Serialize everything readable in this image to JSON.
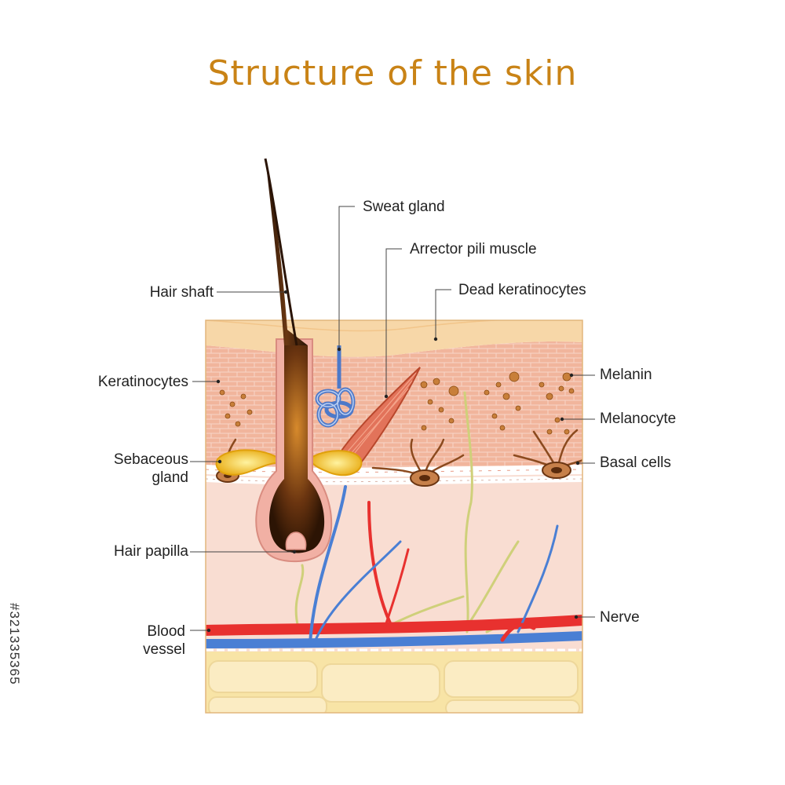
{
  "title": "Structure of the skin",
  "labels": {
    "hair_shaft": "Hair shaft",
    "sweat_gland": "Sweat gland",
    "arrector_pili": "Arrector pili muscle",
    "dead_keratinocytes": "Dead keratinocytes",
    "keratinocytes": "Keratinocytes",
    "melanin": "Melanin",
    "melanocyte": "Melanocyte",
    "sebaceous_gland_1": "Sebaceous",
    "sebaceous_gland_2": "gland",
    "basal_cells": "Basal cells",
    "hair_papilla": "Hair papilla",
    "nerve": "Nerve",
    "blood_vessel_1": "Blood",
    "blood_vessel_2": "vessel"
  },
  "stock_id": "#321335365",
  "colors": {
    "title": "#c98316",
    "stratum_corneum": "#f7d7a8",
    "epidermis": "#f2b8a0",
    "dermis": "#f9ddd2",
    "fat": "#f8e4a6",
    "hair": "#3a1c08",
    "artery": "#e8312f",
    "vein": "#4a7fd4",
    "nerve": "#cfd07a",
    "sweat_gland": "#4d79c9",
    "muscle": "#e2735a",
    "sebum": "#f5c518"
  }
}
